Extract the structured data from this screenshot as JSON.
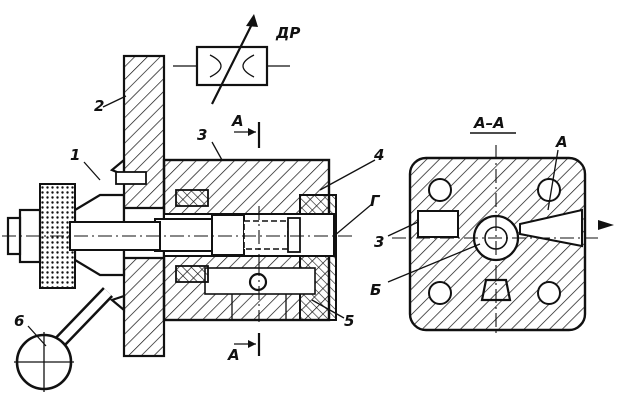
{
  "labels": {
    "throttle": "ДР",
    "part_2": "2",
    "part_1": "1",
    "part_3_top": "3",
    "part_4": "4",
    "part_g": "Г",
    "part_3_section": "3",
    "part_b": "Б",
    "part_5": "5",
    "part_6": "6",
    "section_mark_top": "А",
    "section_mark_bottom": "А",
    "section_title": "А–А",
    "section_detail_a": "А"
  }
}
